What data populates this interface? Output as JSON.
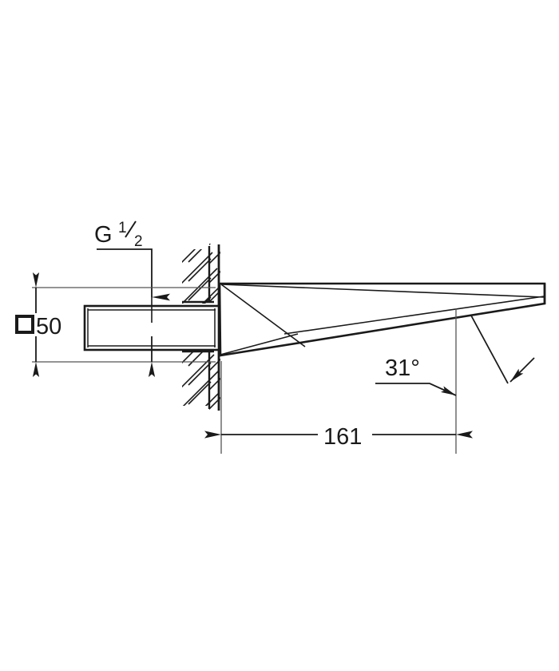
{
  "drawing": {
    "type": "technical-dimension-drawing",
    "subject": "wall-mounted square spout sectional drawing",
    "background_color": "#ffffff",
    "line_color": "#1a1a1a",
    "thin_line_color": "#555555",
    "dimensions": {
      "projection_label": "161",
      "projection_unit_implied": "mm",
      "angle_label": "31°",
      "square_size_label": "50",
      "square_symbol": "□",
      "thread_label_main": "G",
      "thread_label_numerator": "1",
      "thread_label_denominator": "2"
    },
    "annotations": [
      {
        "name": "thread-callout",
        "text": "G 1/2",
        "kind": "leader-with-arrow"
      },
      {
        "name": "square-size-callout",
        "text": "□50",
        "kind": "vertical-dimension"
      },
      {
        "name": "projection-dimension",
        "text": "161",
        "kind": "horizontal-dimension"
      },
      {
        "name": "outlet-angle-callout",
        "text": "31°",
        "kind": "leader-with-arrow"
      }
    ],
    "features": [
      {
        "name": "wall-hatch",
        "label": "wall section hatching"
      },
      {
        "name": "spout-body",
        "label": "tapered spout body"
      },
      {
        "name": "thread-connector",
        "label": "G1/2 threaded connector"
      },
      {
        "name": "outlet-tip",
        "label": "spout outlet tip"
      }
    ]
  }
}
